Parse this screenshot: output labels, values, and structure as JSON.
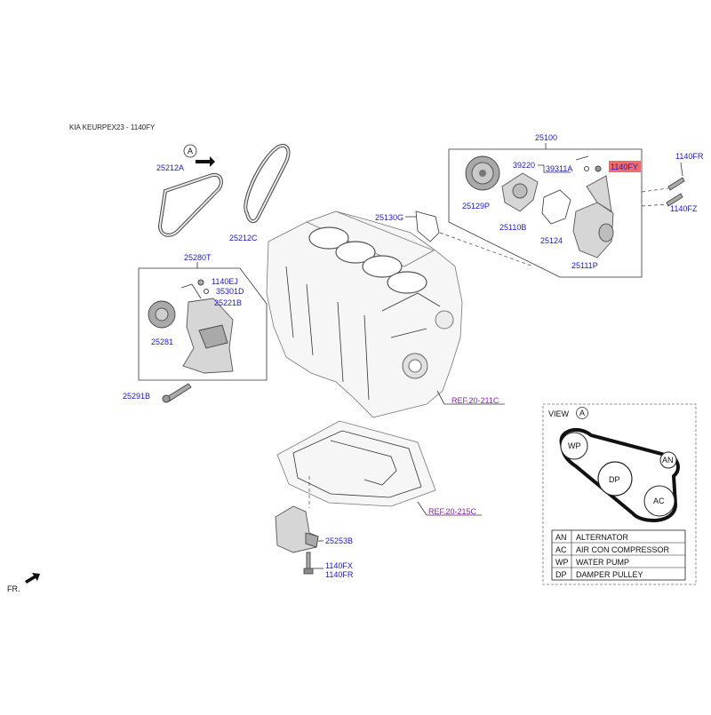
{
  "header": {
    "title": "KIA KEURPEX23 - 1140FY"
  },
  "labels": {
    "p25100": "25100",
    "p39220": "39220",
    "p39311A": "39311A",
    "p1140FY": "1140FY",
    "p25129P": "25129P",
    "p25110B": "25110B",
    "p25124": "25124",
    "p25111P": "25111P",
    "p1140FR_top": "1140FR",
    "p1140FZ": "1140FZ",
    "p25212A": "25212A",
    "p25212C": "25212C",
    "p25130G": "25130G",
    "p25280T": "25280T",
    "p1140EJ": "1140EJ",
    "p35301D": "35301D",
    "p25221B": "25221B",
    "p25281": "25281",
    "p25291B": "25291B",
    "ref211": "REF.20-211C",
    "ref215": "REF.20-215C",
    "p25253B": "25253B",
    "p1140FX": "1140FX",
    "p1140FR_bottom": "1140FR",
    "view_marker": "A",
    "fr": "FR."
  },
  "highlight_color": "#f26b6b",
  "view": {
    "title": "VIEW",
    "marker": "A",
    "pulleys": {
      "wp": "WP",
      "an": "AN",
      "dp": "DP",
      "ac": "AC"
    },
    "legend": [
      {
        "code": "AN",
        "name": "ALTERNATOR"
      },
      {
        "code": "AC",
        "name": "AIR CON COMPRESSOR"
      },
      {
        "code": "WP",
        "name": "WATER PUMP"
      },
      {
        "code": "DP",
        "name": "DAMPER PULLEY"
      }
    ]
  }
}
